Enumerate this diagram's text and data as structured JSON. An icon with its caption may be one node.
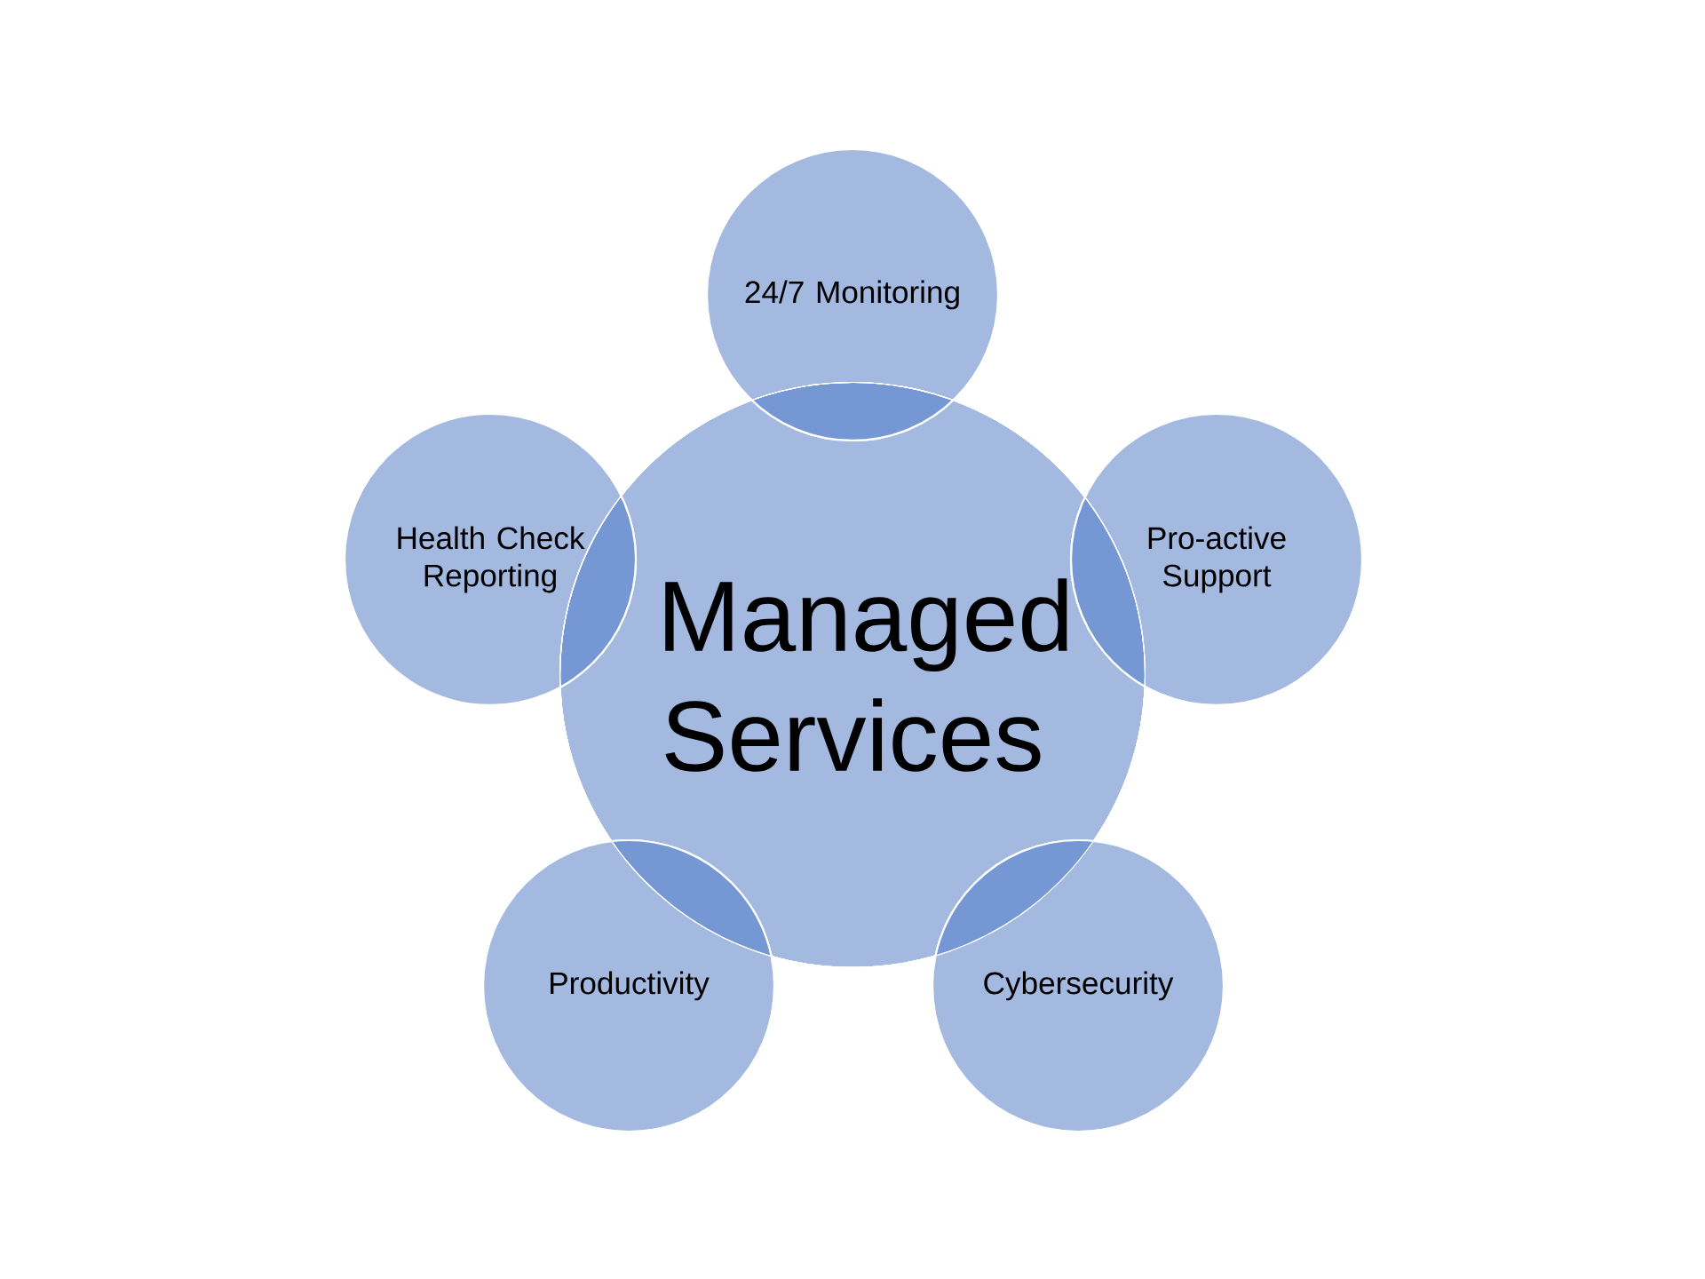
{
  "diagram": {
    "nodes": [
      {
        "text": [
          "Managed Services"
        ]
      },
      {
        "text": [
          "24/7 Monitoring"
        ]
      },
      {
        "text": [
          "Health Check Reporting"
        ]
      },
      {
        "text": [
          "Pro-active Support"
        ]
      },
      {
        "text": [
          "Productivity"
        ]
      },
      {
        "text": [
          "Cybersecurity"
        ]
      }
    ]
  }
}
